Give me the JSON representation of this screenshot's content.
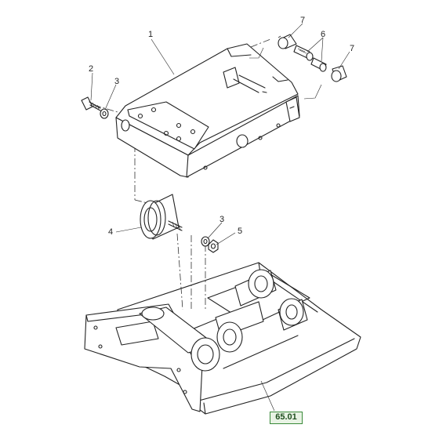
{
  "callouts": {
    "frame": "1",
    "bolt": "2",
    "washer_top": "3",
    "washer_bottom": "3",
    "shock_mount": "4",
    "nut": "5",
    "pin": "6",
    "bushing_upper": "7",
    "bushing_right": "7"
  },
  "reference": "65.01"
}
